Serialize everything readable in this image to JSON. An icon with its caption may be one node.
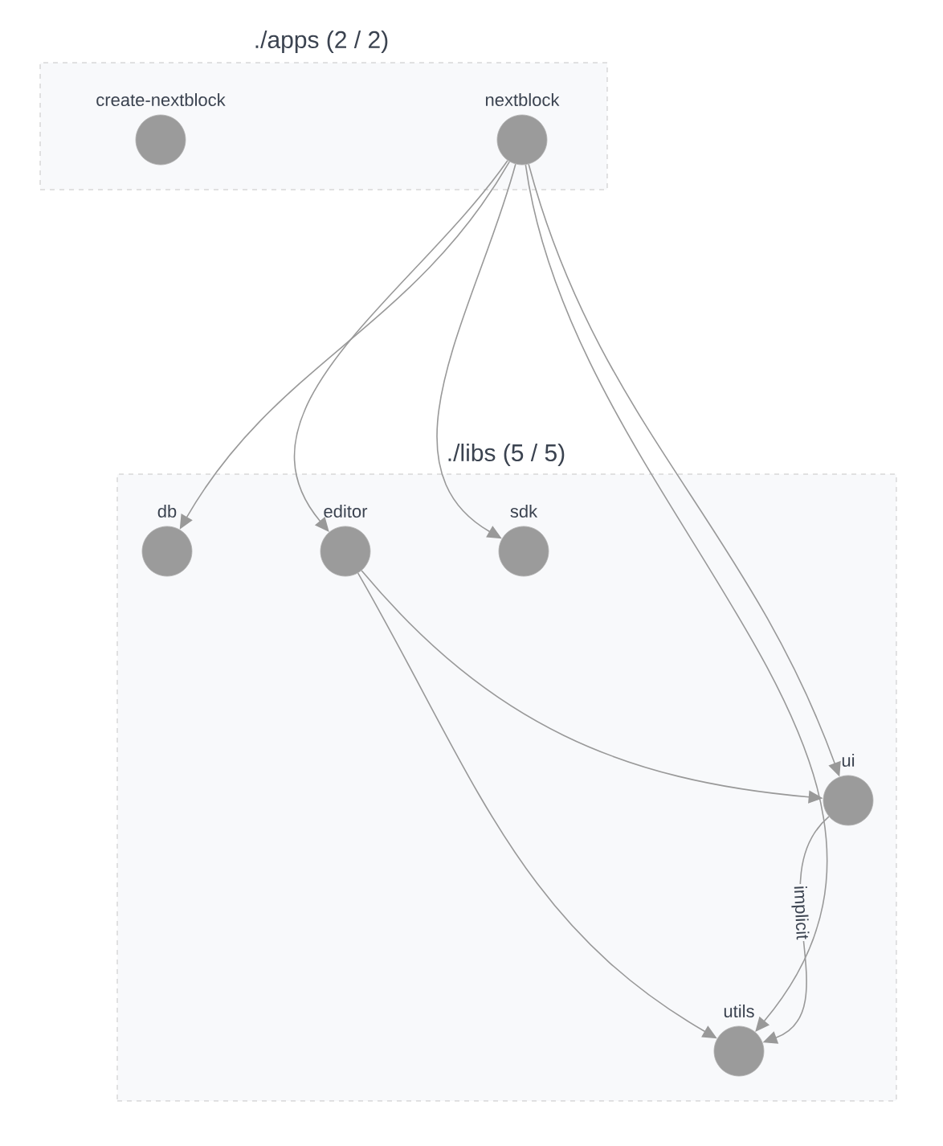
{
  "diagram": {
    "nodes": [
      {
        "text": [
          "./apps (2 / 2)"
        ]
      },
      {
        "text": [
          "create-nextblock"
        ],
        "in": 0
      },
      {
        "text": [
          "nextblock"
        ],
        "in": 0
      },
      {
        "text": [
          "./libs (5 / 5)"
        ]
      },
      {
        "text": [
          "db"
        ],
        "in": 3
      },
      {
        "text": [
          "editor"
        ],
        "in": 3
      },
      {
        "text": [
          "sdk"
        ],
        "in": 3
      },
      {
        "text": [
          "ui"
        ],
        "in": 3
      },
      {
        "text": [
          "utils"
        ],
        "in": 3
      }
    ],
    "edges": [
      {
        "from": 2,
        "to": 4,
        "arrow": "to"
      },
      {
        "from": 2,
        "to": 5,
        "arrow": "to"
      },
      {
        "from": 2,
        "to": 6,
        "arrow": "to"
      },
      {
        "from": 2,
        "to": 7,
        "arrow": "to"
      },
      {
        "from": 2,
        "to": 8,
        "arrow": "to"
      },
      {
        "from": 5,
        "to": 7,
        "arrow": "to"
      },
      {
        "from": 5,
        "to": 8,
        "arrow": "to"
      },
      {
        "from": 7,
        "to": 8,
        "arrow": "to",
        "label": "implicit"
      }
    ]
  }
}
